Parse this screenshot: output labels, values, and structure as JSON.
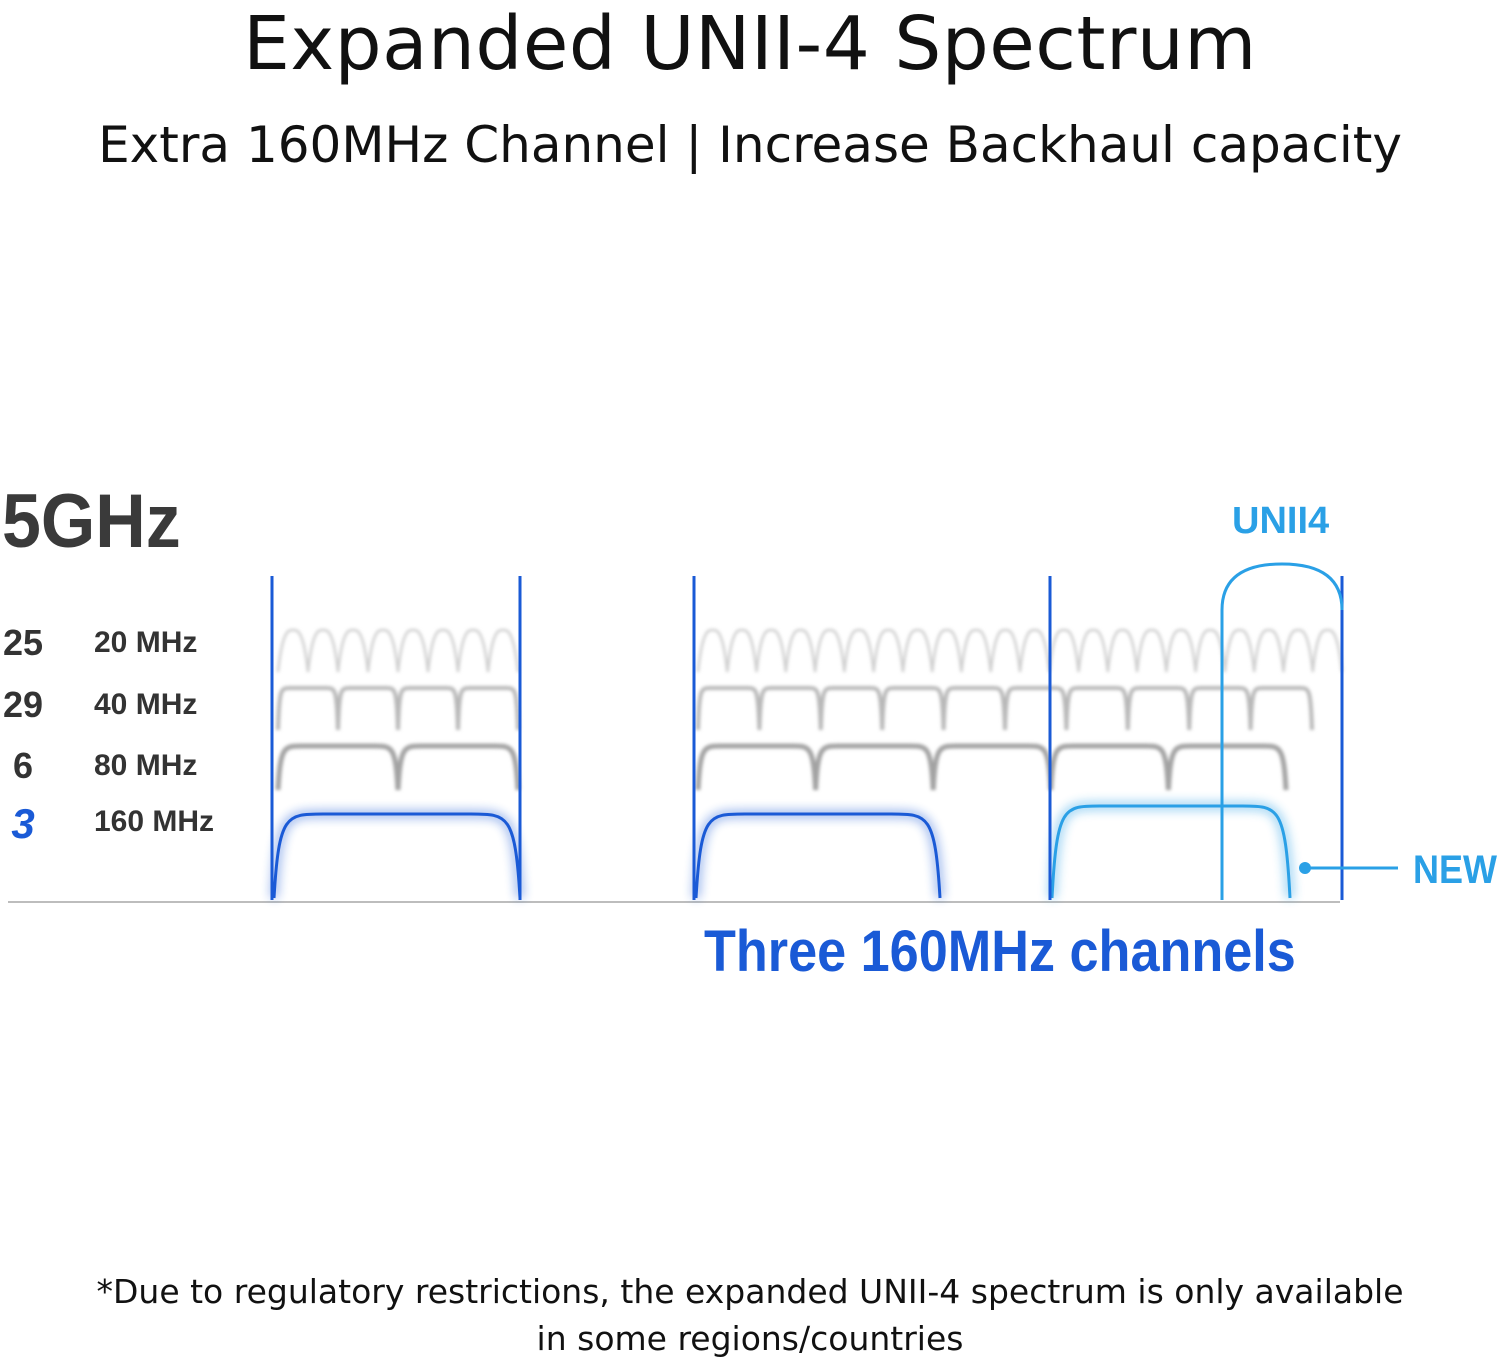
{
  "title": "Expanded UNII-4 Spectrum",
  "subtitle": "Extra 160MHz Channel | Increase Backhaul capacity",
  "band_label": "5GHz",
  "rows": [
    {
      "count": "25",
      "width": "20 MHz",
      "highlight": false
    },
    {
      "count": "29",
      "width": "40 MHz",
      "highlight": false
    },
    {
      "count": "6",
      "width": "80 MHz",
      "highlight": false
    },
    {
      "count": "3",
      "width": "160 MHz",
      "highlight": true
    }
  ],
  "unii4_label": "UNII4",
  "new_label": "NEW",
  "caption": "Three 160MHz channels",
  "footnote": {
    "line1": "*Due to regulatory restrictions, the expanded UNII-4 spectrum is only available",
    "line2": "in some regions/countries"
  },
  "colors": {
    "existing_160": "#1a5ad6",
    "new_unii4": "#2aa0e6",
    "wave_20": "#cfcfcf",
    "wave_40": "#b8b8b8",
    "wave_80": "#a3a3a3",
    "baseline": "#bdbdbd"
  }
}
